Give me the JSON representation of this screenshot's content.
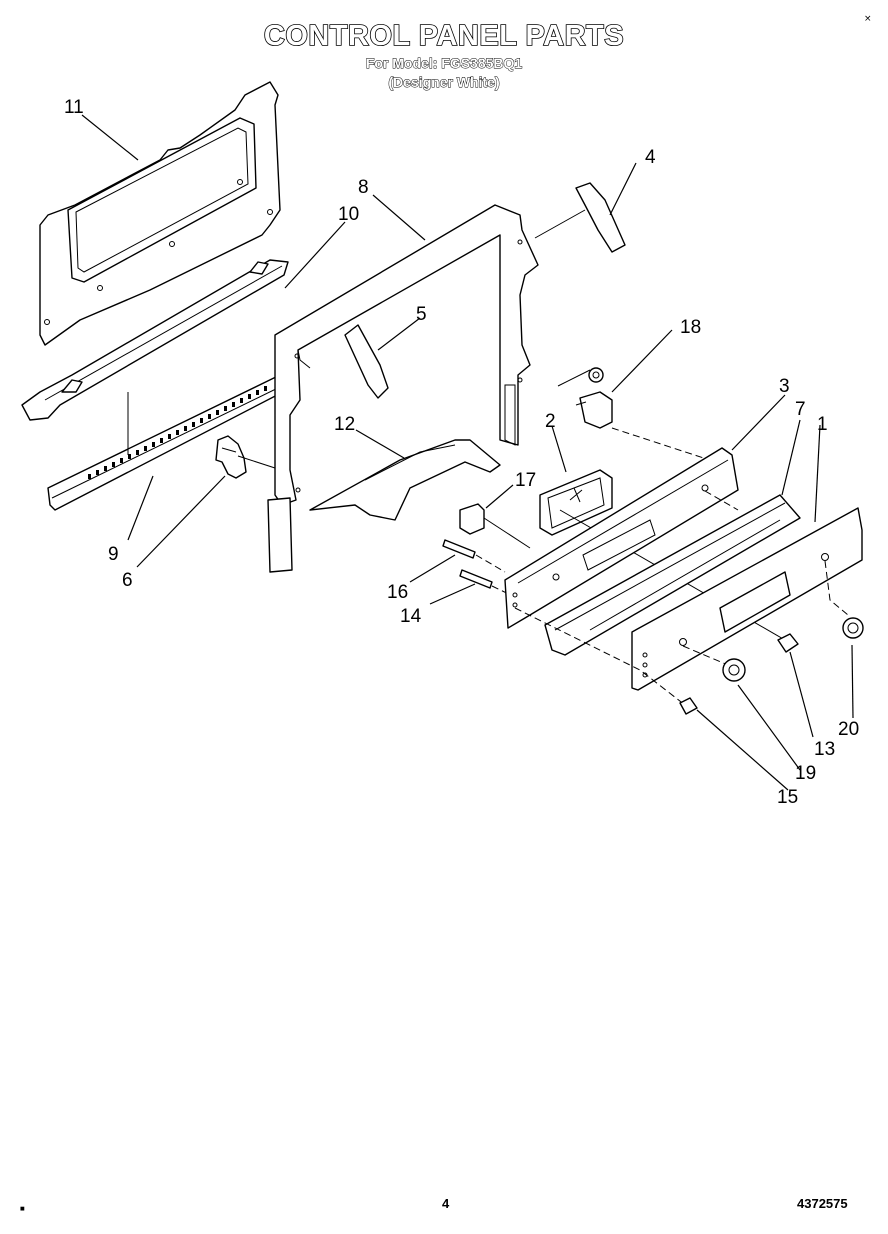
{
  "header": {
    "title": "CONTROL PANEL PARTS",
    "model_line": "For Model: FGS385BQ1",
    "finish_line": "(Designer White)"
  },
  "callouts": {
    "c1": "1",
    "c2": "2",
    "c3": "3",
    "c4": "4",
    "c5": "5",
    "c6": "6",
    "c7": "7",
    "c8": "8",
    "c9": "9",
    "c10": "10",
    "c11": "11",
    "c12": "12",
    "c13": "13",
    "c14": "14",
    "c15": "15",
    "c16": "16",
    "c17": "17",
    "c18": "18",
    "c19": "19",
    "c20": "20"
  },
  "footer": {
    "page_number": "4",
    "document_number": "4372575"
  },
  "marks": {
    "top_right": "×",
    "bottom_left": "■"
  }
}
